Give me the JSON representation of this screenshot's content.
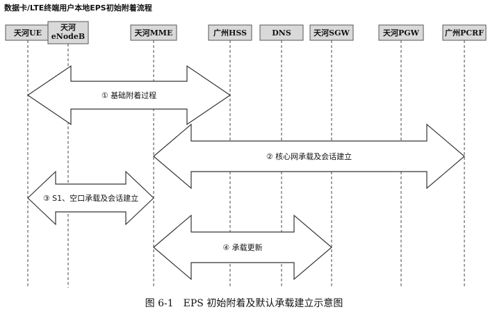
{
  "title": "数据卡/LTE终端用户本地EPS初始附着流程",
  "caption": "图 6-1　EPS 初始附着及默认承载建立示意图",
  "entities": [
    {
      "id": "ue",
      "lines": [
        "天河UE"
      ]
    },
    {
      "id": "enb",
      "lines": [
        "天河",
        "eNodeB"
      ]
    },
    {
      "id": "mme",
      "lines": [
        "天河MME"
      ]
    },
    {
      "id": "hss",
      "lines": [
        "广州HSS"
      ]
    },
    {
      "id": "dns",
      "lines": [
        "DNS"
      ]
    },
    {
      "id": "sgw",
      "lines": [
        "天河SGW"
      ]
    },
    {
      "id": "pgw",
      "lines": [
        "天河PGW"
      ]
    },
    {
      "id": "pcrf",
      "lines": [
        "广州PCRF"
      ]
    }
  ],
  "arrows": [
    {
      "from": "ue",
      "to": "hss",
      "label": "①  基础附着过程"
    },
    {
      "from": "mme",
      "to": "pcrf",
      "label": "②  核心网承载及会话建立"
    },
    {
      "from": "ue",
      "to": "mme",
      "label": "③  S1、空口承载及会话建立"
    },
    {
      "from": "mme",
      "to": "sgw",
      "label": "④  承载更新"
    }
  ]
}
